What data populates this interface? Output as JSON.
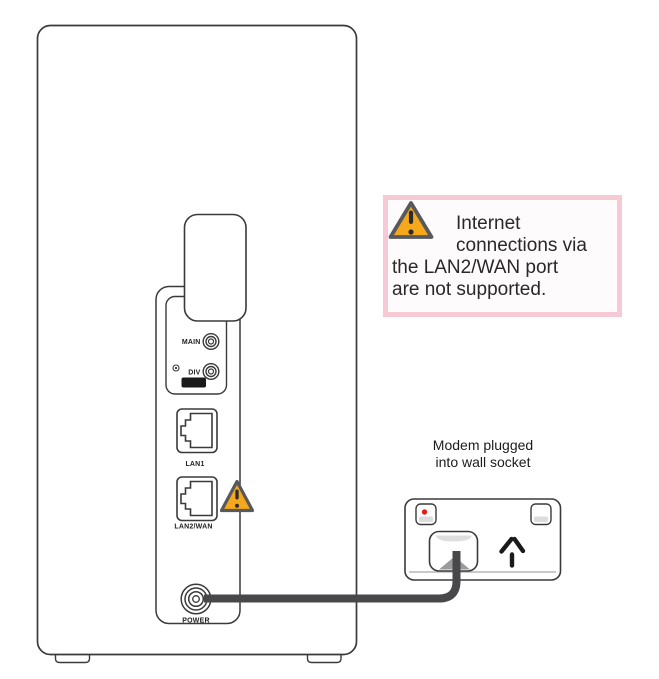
{
  "modem": {
    "ports": {
      "main_label": "MAIN",
      "div_label": "DIV",
      "lan1_label": "LAN1",
      "lan2_label": "LAN2/WAN",
      "power_label": "POWER"
    }
  },
  "warning_note": {
    "line1": "Internet",
    "line2": "connections via",
    "line3": "the LAN2/WAN port",
    "line4": "are not supported.",
    "full_text": "Internet connections via the LAN2/WAN port are not supported."
  },
  "socket": {
    "caption_line1": "Modem plugged",
    "caption_line2": "into wall socket"
  },
  "colors": {
    "note_border": "#F7C9D5",
    "note_background": "#FEFBFC",
    "warning_fill": "#F5A81C",
    "warning_stroke": "#58595B",
    "outline": "#3A3A3C",
    "cable": "#48484B",
    "indicator_red": "#E32119"
  }
}
